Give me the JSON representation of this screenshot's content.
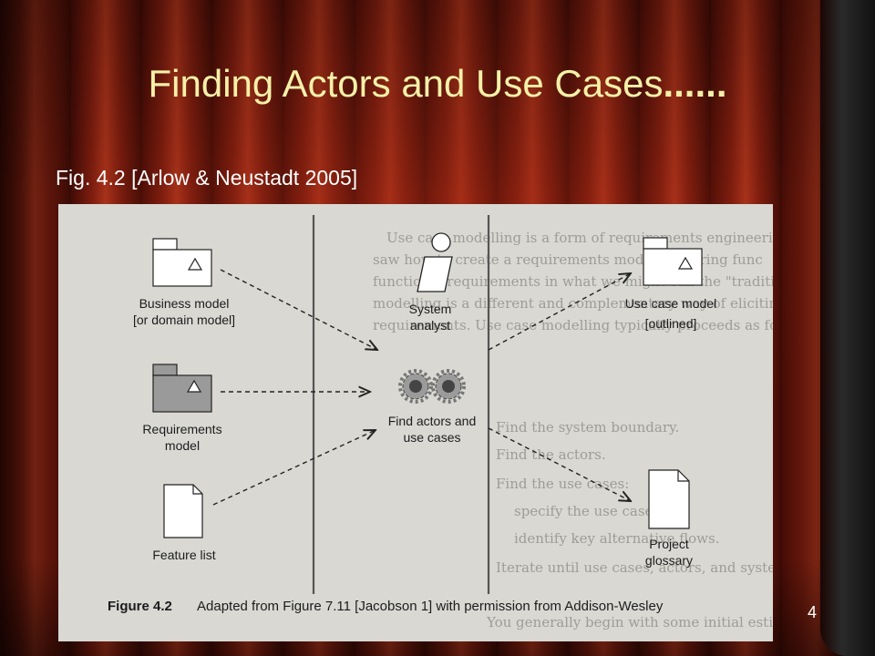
{
  "slide": {
    "title": "Finding Actors and Use Cases",
    "title_suffix": "......",
    "subtitle": "Fig. 4.2 [Arlow & Neustadt 2005]",
    "page_number": "4"
  },
  "diagram": {
    "nodes": {
      "business_model": [
        "Business model",
        "[or domain model]"
      ],
      "requirements_model": [
        "Requirements",
        "model"
      ],
      "feature_list": [
        "Feature list"
      ],
      "system_analyst": [
        "System",
        "analyst"
      ],
      "activity": [
        "Find actors and",
        "use cases"
      ],
      "use_case_model": [
        "Use case model",
        "[outlined]"
      ],
      "project_glossary": [
        "Project",
        "glossary"
      ]
    },
    "caption_label": "Figure 4.2",
    "caption_text": "Adapted from Figure 7.11 [Jacobson 1] with permission from Addison-Wesley"
  },
  "bleed_through": [
    "Use case modelling is a form of requirements engineering. In",
    "saw how to create a requirements model capturing func",
    "functional requirements in what we might call the \"tradition",
    "modelling is a different and complementary way of eliciting",
    "requirements. Use case modelling typically proceeds as follo",
    "Find the system boundary.",
    "Find the actors.",
    "Find the use cases:",
    "specify the use case;",
    "identify key alternative flows.",
    "Iterate until use cases, actors, and system boundary are st",
    "You generally begin with some initial estimate of where the s"
  ],
  "colors": {
    "title": "#f4f0a8",
    "subtitle": "#ffffff",
    "figure_bg": "#d9d8d3"
  }
}
